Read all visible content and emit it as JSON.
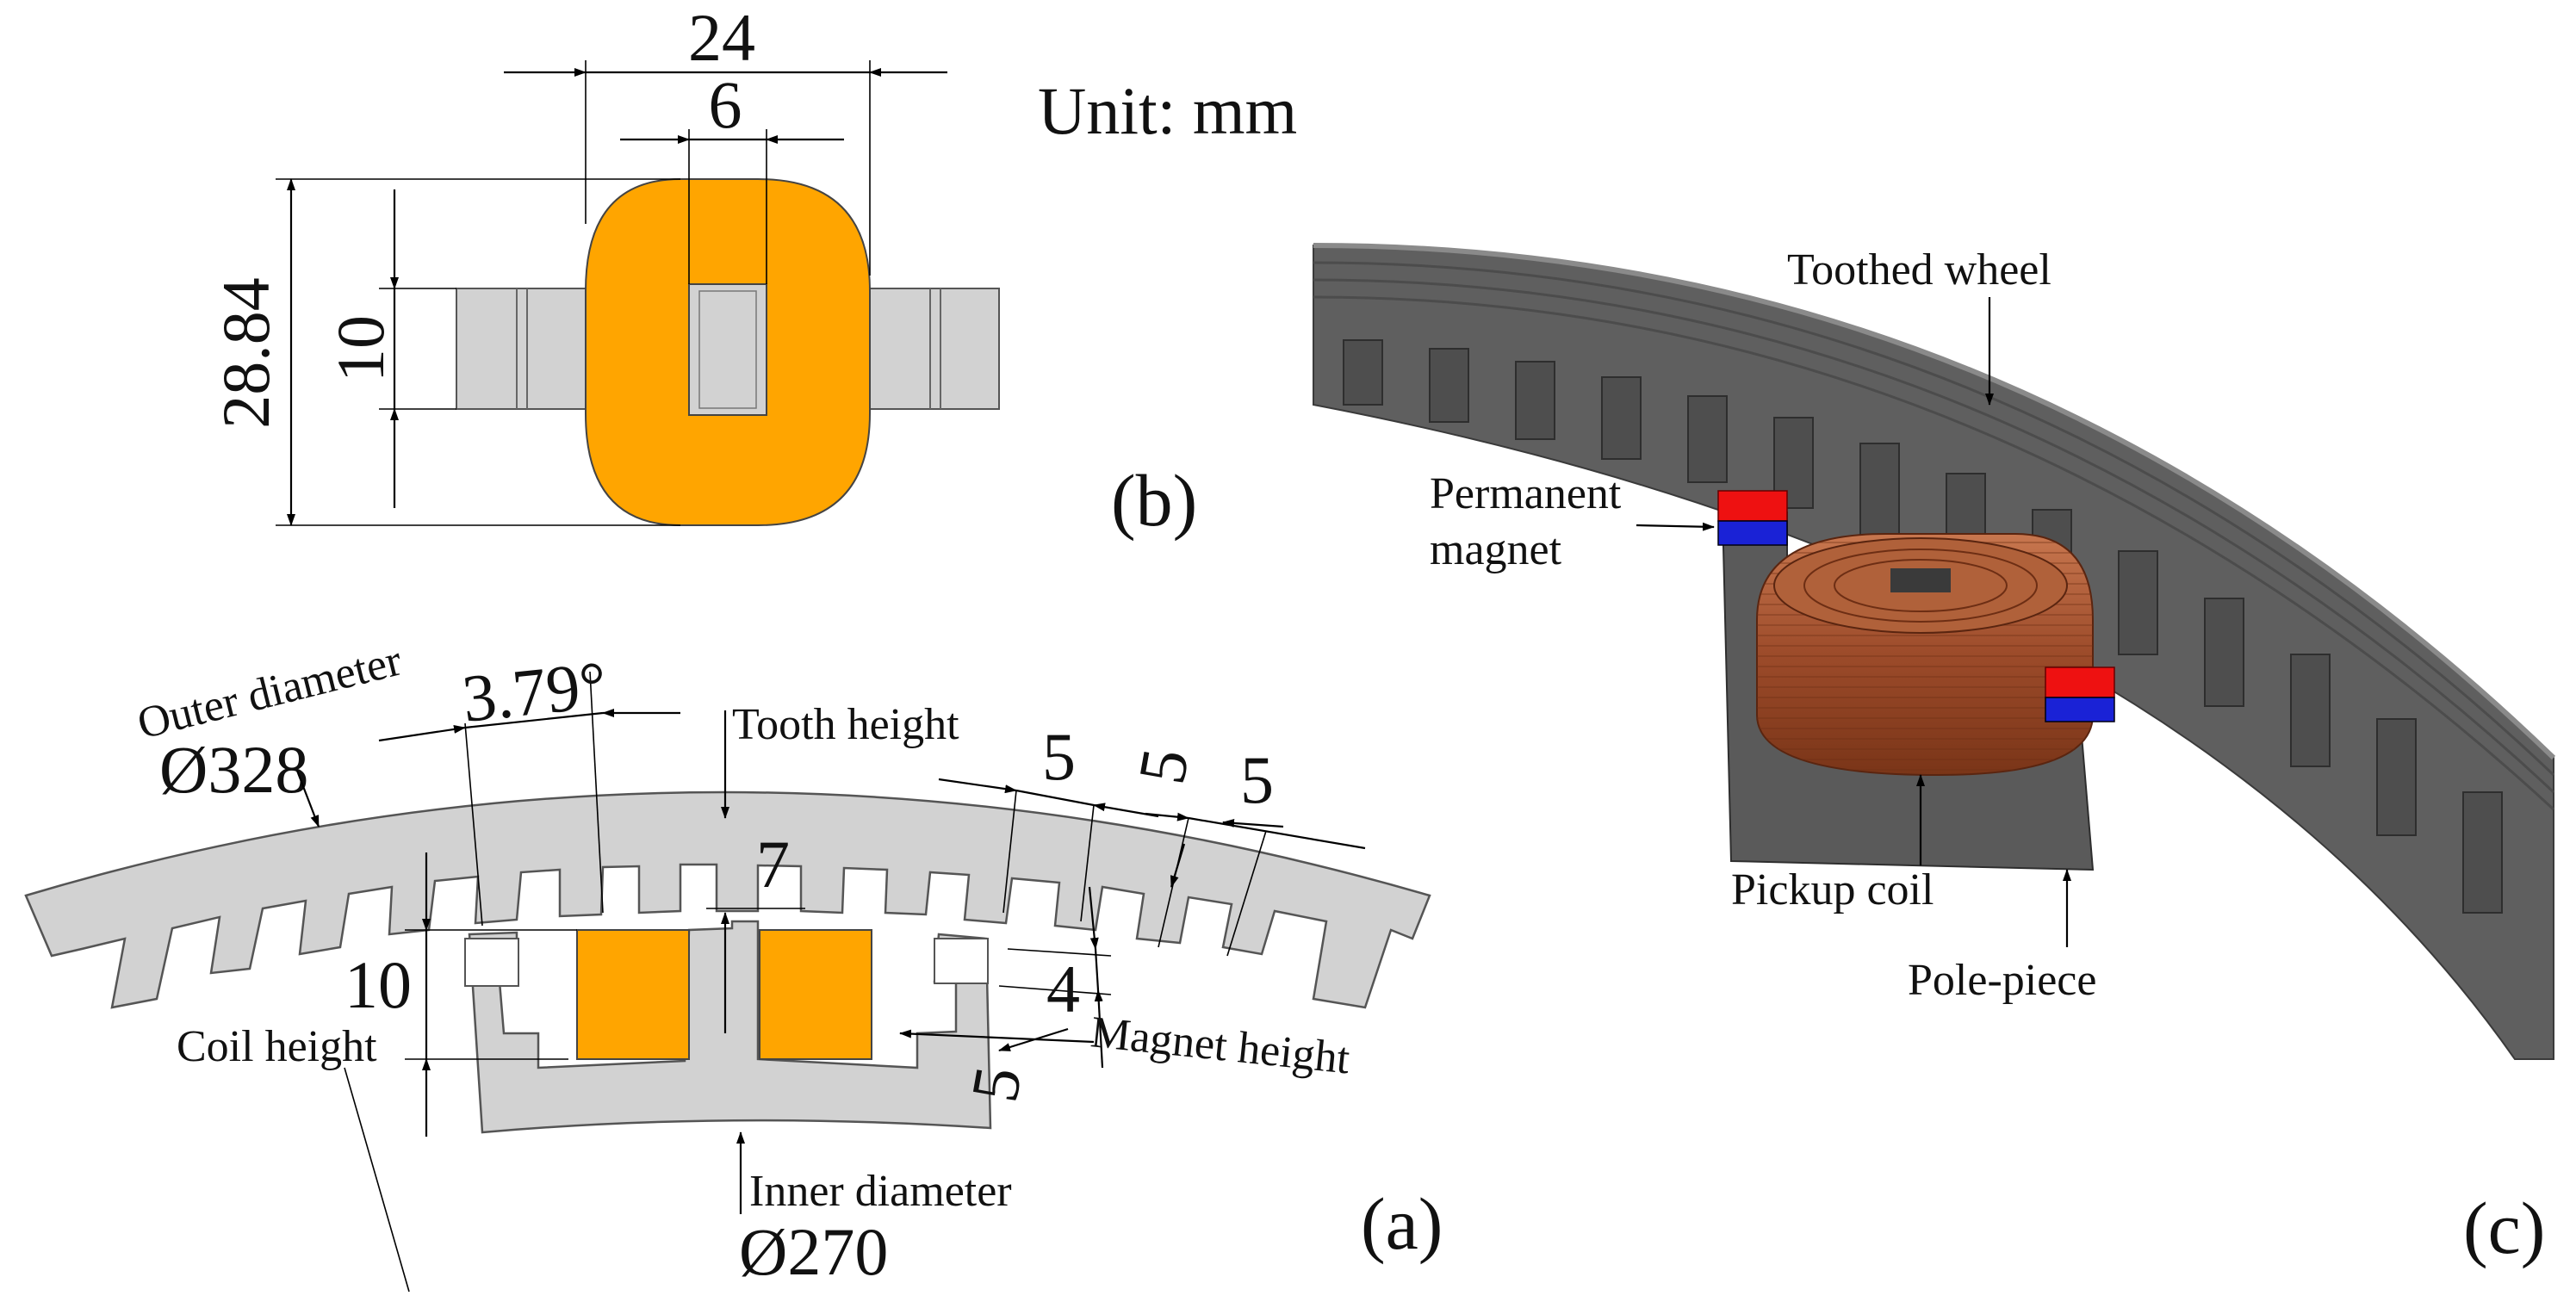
{
  "unit_note": "Unit: mm",
  "panel_a": {
    "tag": "(a)",
    "outer_diameter_label": "Outer diameter",
    "outer_diameter_value": "Ø328",
    "angle": "3.79°",
    "tooth_height_label": "Tooth height",
    "tooth_height_value": "7",
    "dim_five_1": "5",
    "dim_five_2": "5",
    "dim_five_3": "5",
    "dim_five_4": "5",
    "coil_height_value": "10",
    "coil_height_label": "Coil height",
    "magnet_height_value": "4",
    "magnet_height_label": "Magnet height",
    "inner_diameter_label": "Inner diameter",
    "inner_diameter_value": "Ø270"
  },
  "panel_b": {
    "tag": "(b)",
    "width_outer": "24",
    "width_inner": "6",
    "height_outer": "28.84",
    "height_inner": "10"
  },
  "panel_c": {
    "tag": "(c)",
    "toothed_wheel": "Toothed wheel",
    "permanent_magnet_1": "Permanent",
    "permanent_magnet_2": "magnet",
    "pickup_coil": "Pickup coil",
    "pole_piece": "Pole-piece"
  },
  "colors": {
    "steel": "#d2d2d2",
    "coil": "#ffa500",
    "wheel_dark": "#5a5a5a",
    "copper": "#a0522d",
    "magnet_north": "#ee1111",
    "magnet_south": "#1a22d6"
  }
}
